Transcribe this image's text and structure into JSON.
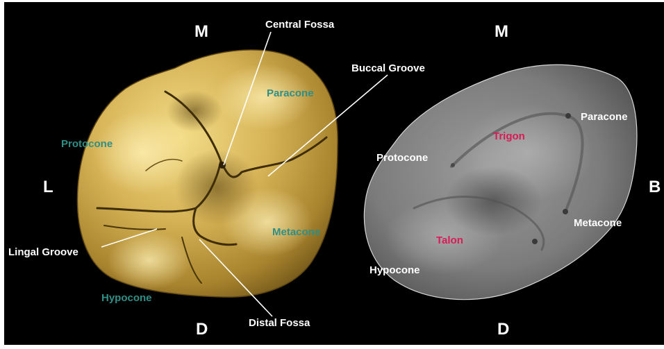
{
  "orientation": {
    "left_mesial": "M",
    "right_mesial": "M",
    "left_lingual": "L",
    "right_buccal": "B",
    "left_distal": "D",
    "right_distal": "D"
  },
  "left_tooth": {
    "callouts": {
      "central_fossa": "Central Fossa",
      "buccal_groove": "Buccal Groove",
      "lingal_groove": "Lingal Groove",
      "distal_fossa": "Distal Fossa"
    },
    "cusps": {
      "paracone": "Paracone",
      "protocone": "Protocone",
      "metacone": "Metacone",
      "hypocone": "Hypocone"
    }
  },
  "right_tooth": {
    "cusps": {
      "paracone": "Paracone",
      "protocone": "Protocone",
      "metacone": "Metacone",
      "hypocone": "Hypocone"
    },
    "regions": {
      "trigon": "Trigon",
      "talon": "Talon"
    }
  },
  "colors": {
    "background": "#000000",
    "crown_gold": "#c9a84a",
    "crown_gray": "#7a7a7a",
    "label_white": "#ffffff",
    "label_teal": "#2f8f86",
    "label_pink": "#d81b56"
  }
}
